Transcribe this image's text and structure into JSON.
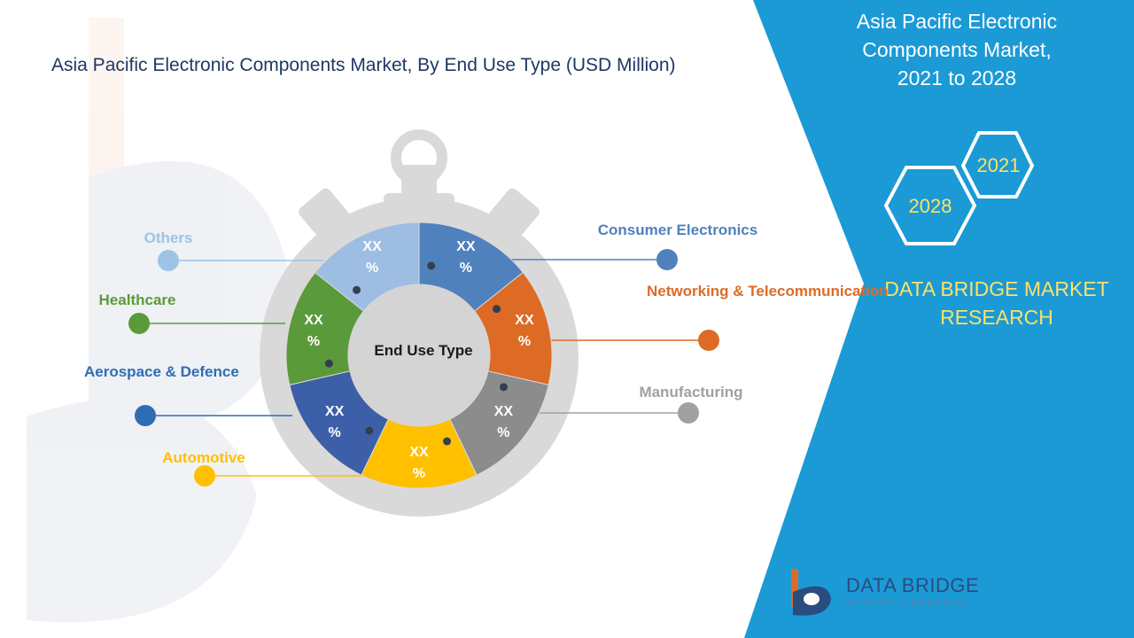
{
  "header": {
    "title": "Asia Pacific Electronic Components Market, By End Use Type (USD Million)"
  },
  "side_panel": {
    "title_lines": [
      "Asia Pacific Electronic",
      "Components Market,",
      "2021 to 2028"
    ],
    "year_start": "2021",
    "year_end": "2028",
    "brand_lines": [
      "DATA BRIDGE MARKET",
      "RESEARCH"
    ],
    "logo_name": "DATA BRIDGE",
    "logo_sub": "MARKET RESEARCH"
  },
  "colors": {
    "panel_blue": "#1b9ad6",
    "title_navy": "#1f3864",
    "brand_yellow": "#ffe066",
    "dial_gray": "#d9d9d9",
    "center_gray": "#d4d4d4"
  },
  "chart_data": {
    "type": "pie",
    "title": "Asia Pacific Electronic Components Market, By End Use Type (USD Million)",
    "center_label": "End Use Type",
    "value_label": "XX %",
    "categories": [
      "Consumer Electronics",
      "Networking & Telecommunication",
      "Manufacturing",
      "Automotive",
      "Aerospace & Defence",
      "Healthcare",
      "Others"
    ],
    "values": [
      1,
      1,
      1,
      1,
      1,
      1,
      1
    ],
    "colors": [
      "#4f81bd",
      "#dd6b25",
      "#8c8c8c",
      "#ffc000",
      "#3c5fa8",
      "#5b9a3a",
      "#9dbde3"
    ],
    "legend": [
      {
        "label": "Consumer Electronics",
        "color": "#4f81bd"
      },
      {
        "label": "Networking & Telecommunication",
        "color": "#dd6b25"
      },
      {
        "label": "Manufacturing",
        "color": "#a0a0a0"
      },
      {
        "label": "Automotive",
        "color": "#ffc000"
      },
      {
        "label": "Aerospace & Defence",
        "color": "#2e6db4"
      },
      {
        "label": "Healthcare",
        "color": "#5b9a3a"
      },
      {
        "label": "Others",
        "color": "#9dc3e6"
      }
    ]
  }
}
